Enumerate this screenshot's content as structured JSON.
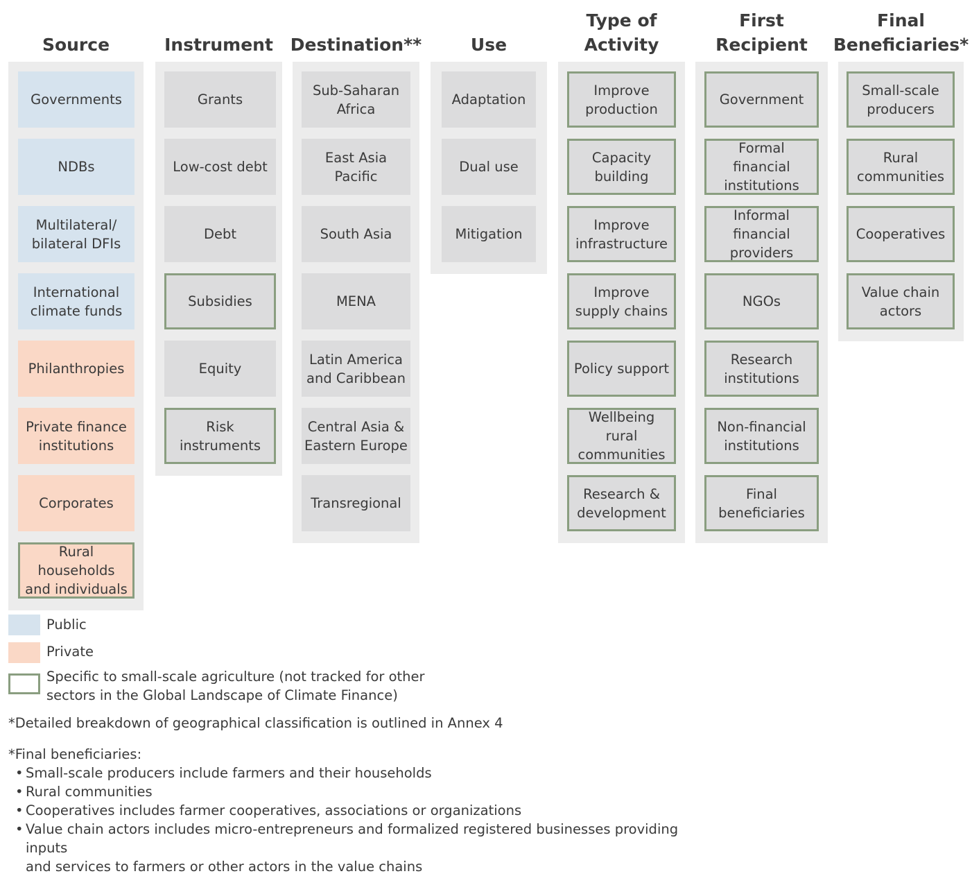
{
  "columns": [
    {
      "heading": "Source",
      "boxes": [
        {
          "label": "Governments",
          "type": "public",
          "specific": false
        },
        {
          "label": "NDBs",
          "type": "public",
          "specific": false
        },
        {
          "label": "Multilateral/\nbilateral DFIs",
          "type": "public",
          "specific": false
        },
        {
          "label": "International\nclimate funds",
          "type": "public",
          "specific": false
        },
        {
          "label": "Philanthropies",
          "type": "private",
          "specific": false
        },
        {
          "label": "Private finance\ninstitutions",
          "type": "private",
          "specific": false
        },
        {
          "label": "Corporates",
          "type": "private",
          "specific": false
        },
        {
          "label": "Rural households\nand individuals",
          "type": "private",
          "specific": true
        }
      ]
    },
    {
      "heading": "Instrument",
      "boxes": [
        {
          "label": "Grants",
          "type": "neutral",
          "specific": false
        },
        {
          "label": "Low-cost debt",
          "type": "neutral",
          "specific": false
        },
        {
          "label": "Debt",
          "type": "neutral",
          "specific": false
        },
        {
          "label": "Subsidies",
          "type": "neutral",
          "specific": true
        },
        {
          "label": "Equity",
          "type": "neutral",
          "specific": false
        },
        {
          "label": "Risk instruments",
          "type": "neutral",
          "specific": true
        }
      ]
    },
    {
      "heading": "Destination**",
      "boxes": [
        {
          "label": "Sub-Saharan\nAfrica",
          "type": "neutral",
          "specific": false
        },
        {
          "label": "East Asia\nPacific",
          "type": "neutral",
          "specific": false
        },
        {
          "label": "South Asia",
          "type": "neutral",
          "specific": false
        },
        {
          "label": "MENA",
          "type": "neutral",
          "specific": false
        },
        {
          "label": "Latin America\nand Caribbean",
          "type": "neutral",
          "specific": false
        },
        {
          "label": "Central Asia &\nEastern Europe",
          "type": "neutral",
          "specific": false
        },
        {
          "label": "Transregional",
          "type": "neutral",
          "specific": false
        }
      ]
    },
    {
      "heading": "Use",
      "boxes": [
        {
          "label": "Adaptation",
          "type": "neutral",
          "specific": false
        },
        {
          "label": "Dual use",
          "type": "neutral",
          "specific": false
        },
        {
          "label": "Mitigation",
          "type": "neutral",
          "specific": false
        }
      ]
    },
    {
      "heading": "Type of\nActivity",
      "boxes": [
        {
          "label": "Improve\nproduction",
          "type": "neutral",
          "specific": true
        },
        {
          "label": "Capacity\nbuilding",
          "type": "neutral",
          "specific": true
        },
        {
          "label": "Improve\ninfrastructure",
          "type": "neutral",
          "specific": true
        },
        {
          "label": "Improve\nsupply chains",
          "type": "neutral",
          "specific": true
        },
        {
          "label": "Policy support",
          "type": "neutral",
          "specific": true
        },
        {
          "label": "Wellbeing rural\ncommunities",
          "type": "neutral",
          "specific": true
        },
        {
          "label": "Research &\ndevelopment",
          "type": "neutral",
          "specific": true
        }
      ]
    },
    {
      "heading": "First\nRecipient",
      "boxes": [
        {
          "label": "Government",
          "type": "neutral",
          "specific": true
        },
        {
          "label": "Formal financial\ninstitutions",
          "type": "neutral",
          "specific": true
        },
        {
          "label": "Informal financial\nproviders",
          "type": "neutral",
          "specific": true
        },
        {
          "label": "NGOs",
          "type": "neutral",
          "specific": true
        },
        {
          "label": "Research\ninstitutions",
          "type": "neutral",
          "specific": true
        },
        {
          "label": "Non-financial\ninstitutions",
          "type": "neutral",
          "specific": true
        },
        {
          "label": "Final\nbeneficiaries",
          "type": "neutral",
          "specific": true
        }
      ]
    },
    {
      "heading": "Final\nBeneficiaries*",
      "boxes": [
        {
          "label": "Small-scale\nproducers",
          "type": "neutral",
          "specific": true
        },
        {
          "label": "Rural\ncommunities",
          "type": "neutral",
          "specific": true
        },
        {
          "label": "Cooperatives",
          "type": "neutral",
          "specific": true
        },
        {
          "label": "Value chain\nactors",
          "type": "neutral",
          "specific": true
        }
      ]
    }
  ],
  "legend": {
    "public": "Public",
    "private": "Private",
    "specific": "Specific to small-scale agriculture (not tracked for other\nsectors in the Global Landscape of Climate Finance)"
  },
  "notes": {
    "destination_note": "*Detailed breakdown of geographical classification is outlined in Annex 4",
    "beneficiaries_heading": "*Final beneficiaries:",
    "bullets": [
      "Small-scale producers include farmers and their households",
      "Rural communities",
      "Cooperatives includes farmer cooperatives, associations or organizations",
      "Value chain actors includes micro-entrepreneurs and formalized registered businesses providing inputs\nand services to farmers or other actors in the value chains"
    ]
  },
  "colors": {
    "panel": "#ececec",
    "box_neutral": "#dcdcdd",
    "box_public": "#d6e3ee",
    "box_private": "#fad8c6",
    "specific_border": "#8a9e80"
  }
}
